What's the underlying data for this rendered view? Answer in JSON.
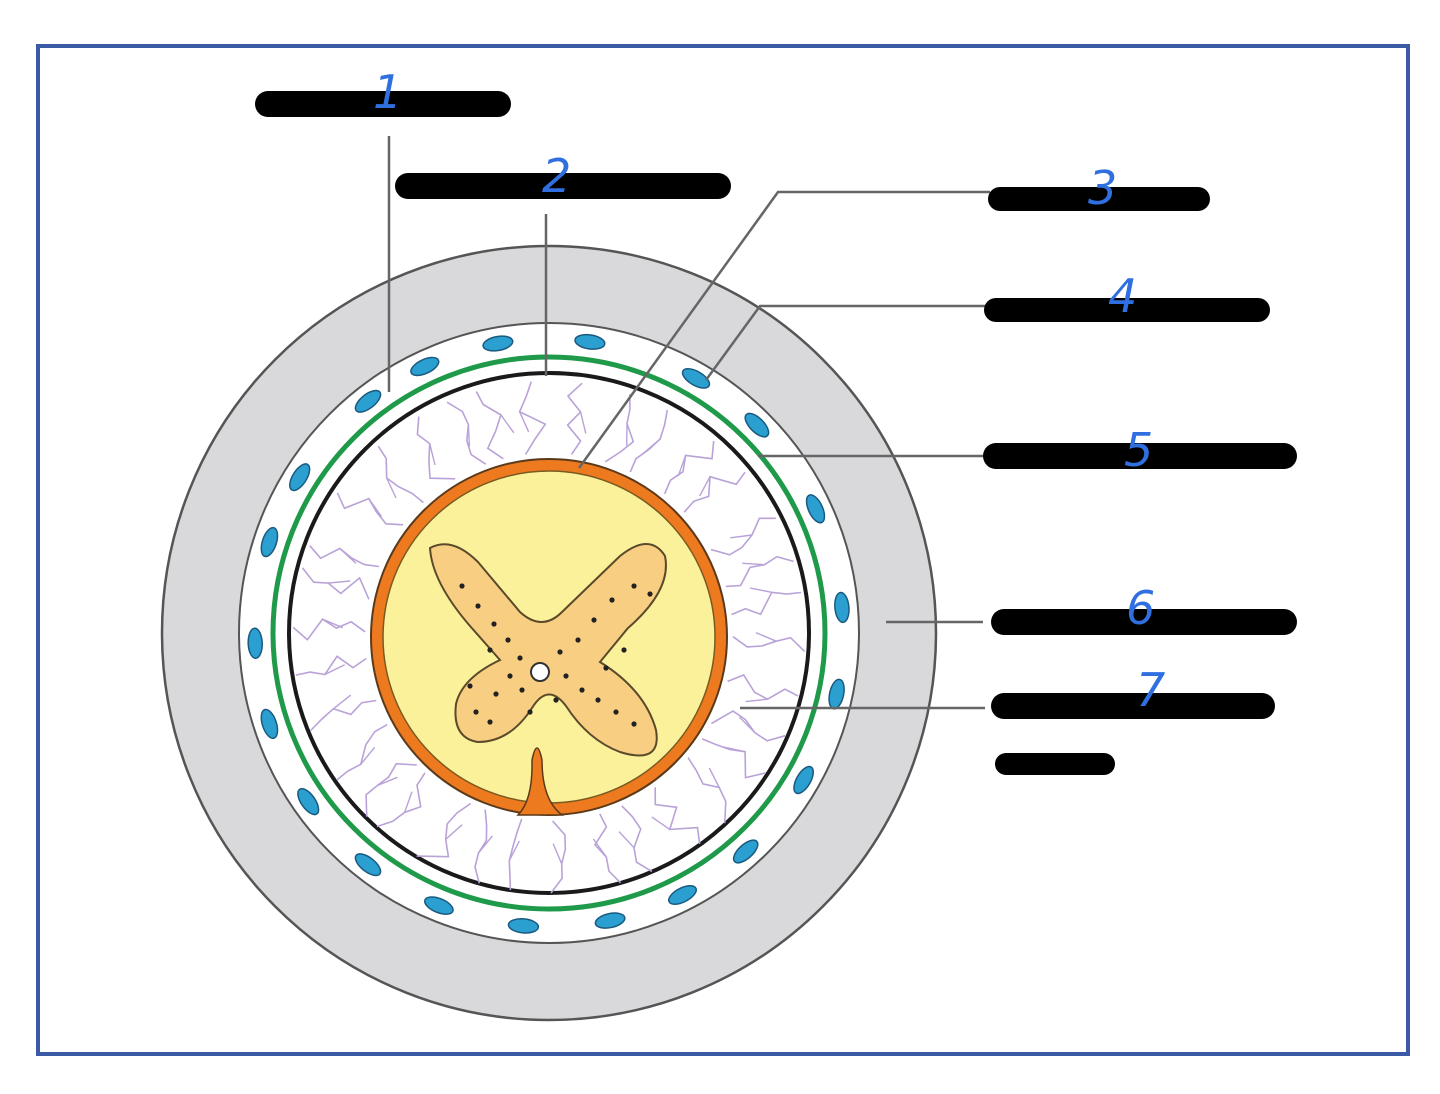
{
  "colors": {
    "frame": "#3b5aa6",
    "outer_ring": "#d9d9db",
    "dura_green": "#1f9a4a",
    "vessel_blue": "#2a9fd0",
    "web_purple": "#b9a2d8",
    "pia_orange": "#ee7a20",
    "white_matter": "#fbf19a",
    "gray_matter": "#f8cf82",
    "redaction": "#000000",
    "number_ink": "#2f6fe0"
  },
  "labels": [
    {
      "id": "1",
      "number": "1"
    },
    {
      "id": "2",
      "number": "2"
    },
    {
      "id": "3",
      "number": "3"
    },
    {
      "id": "4",
      "number": "4"
    },
    {
      "id": "5",
      "number": "5"
    },
    {
      "id": "6",
      "number": "6"
    },
    {
      "id": "7",
      "number": "7"
    }
  ]
}
